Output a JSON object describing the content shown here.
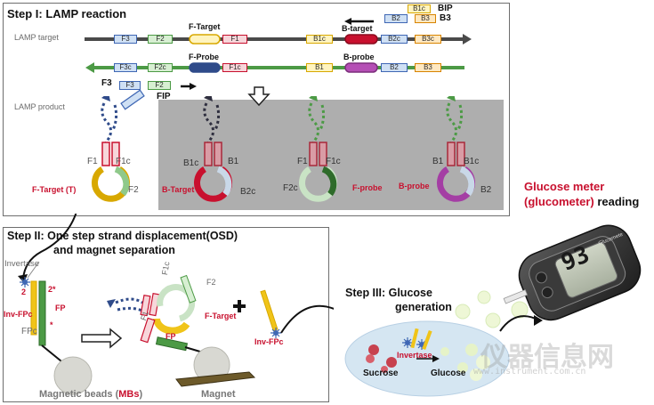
{
  "step1": {
    "title": "Step I: LAMP reaction",
    "lamp_target_label": "LAMP target",
    "lamp_product_label": "LAMP  product",
    "segments_row1": [
      "F3",
      "F2",
      "F1",
      "B1c",
      "B2c",
      "B3c"
    ],
    "segments_row2": [
      "F3c",
      "F2c",
      "F1c",
      "B1",
      "B2",
      "B3"
    ],
    "f_target_label": "F-Target",
    "b_target_label": "B-target",
    "f_probe_label": "F-Probe",
    "b_probe_label": "B-probe",
    "bip_segments": [
      "B1c",
      "B2",
      "B3"
    ],
    "bip_label": "BIP",
    "b3_label": "B3",
    "f3_label": "F3",
    "fip_label": "FIP",
    "fip_segments": [
      "F3",
      "F2"
    ],
    "products": [
      {
        "left": "F1",
        "right": "F1c",
        "bottom_right": "F2",
        "bottom_left": "F-Target (T)"
      },
      {
        "left": "B1c",
        "right": "B1",
        "bottom_right": "B2c",
        "bottom_left": "B-Target"
      },
      {
        "left": "F1",
        "right": "F1c",
        "bottom_right": "F-probe",
        "bottom_left": "F2c"
      },
      {
        "left": "B1",
        "right": "B1c",
        "bottom_right": "B2",
        "bottom_left": "B-probe"
      }
    ]
  },
  "glucose_meter": {
    "line1": "Glucose meter",
    "line2_red": "(glucometer)",
    "line2_black": " reading",
    "display_value": "93",
    "brand": "Glucomete"
  },
  "step2": {
    "title_line1": "Step II:  One step strand displacement(OSD)",
    "title_line2": "and magnet separation",
    "invertase": "Invertase",
    "two": "2",
    "two_star": "2*",
    "inv_fpc": "Inv-FPc",
    "fp": "FP",
    "fpc": "FPc",
    "star": "*",
    "f1c": "F1c",
    "f2": "F2",
    "f1": "F1",
    "f_target": "F-Target",
    "fp2": "FP",
    "inv_fpc2": "Inv-FPc",
    "beads_prefix": "Magnetic beads (",
    "beads_red": "MBs",
    "beads_suffix": ")",
    "magnet": "Magnet"
  },
  "step3": {
    "title_line1": "Step III:  Glucose",
    "title_line2": "generation",
    "invertase": "Invertase",
    "sucrose": "Sucrose",
    "glucose": "Glucose"
  },
  "watermark": {
    "text": "仪器信息网",
    "url": "www.instrument.com.cn"
  },
  "colors": {
    "red": "#c8102e",
    "green": "#4c9a45",
    "blue": "#3f67b4",
    "yellow": "#d8a800",
    "purple": "#a43ea4"
  }
}
